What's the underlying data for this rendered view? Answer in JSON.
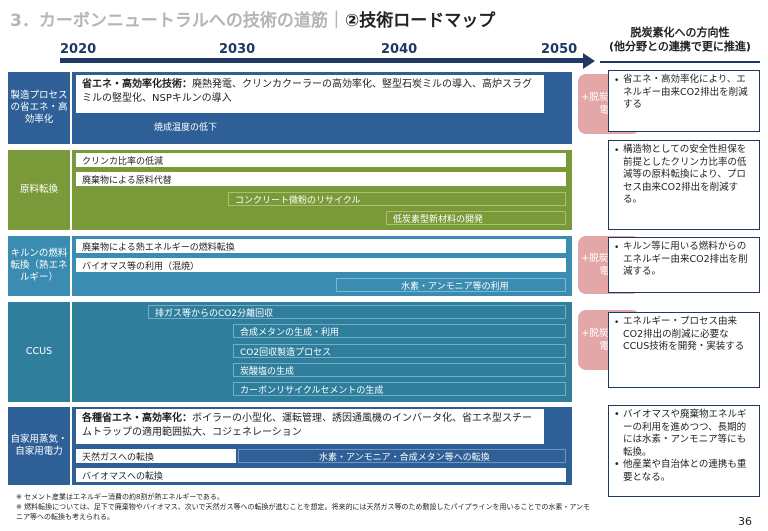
{
  "title": {
    "prefix": "3．カーボンニュートラルへの技術の道筋｜",
    "main": "②技術ロードマップ"
  },
  "years": [
    "2020",
    "2030",
    "2040",
    "2050"
  ],
  "right_header": {
    "line1": "脱炭素化への方向性",
    "line2": "(他分野との連携で更に推進)"
  },
  "categories": [
    "製造プロセスの省エネ・高効率化",
    "原料転換",
    "キルンの燃料転換（熱エネルギー）",
    "CCUS",
    "自家用蒸気・自家用電力"
  ],
  "sec1": {
    "box_bold": "省エネ・高効率化技術：",
    "box_text": "廃熱発電、クリンカクーラーの高効率化、竪型石炭ミルの導入、高炉スラグミルの竪型化、NSPキルンの導入",
    "bar": "焼成温度の低下",
    "pink": "+脱炭素系統電力",
    "note": "省エネ・高効率化により、エネルギー由来CO2排出を削減する"
  },
  "sec2": {
    "bars": [
      "クリンカ比率の低減",
      "廃棄物による原料代替",
      "コンクリート微粉のリサイクル",
      "低炭素型新材料の開発"
    ],
    "note": "構造物としての安全性担保を前提としたクリンカ比率の低減等の原料転換により、プロセス由来CO2排出を削減する。"
  },
  "sec3": {
    "bars": [
      "廃棄物による熱エネルギーの燃料転換",
      "バイオマス等の利用（混焼）",
      "水素・アンモニア等の利用"
    ],
    "pink": "+脱炭素系統電力",
    "note": "キルン等に用いる燃料からのエネルギー由来CO2排出を削減する。"
  },
  "sec4": {
    "bars": [
      "排ガス等からのCO2分離回収",
      "合成メタンの生成・利用",
      "CO2回収製造プロセス",
      "炭酸塩の生成",
      "カーボンリサイクルセメントの生成"
    ],
    "pink": "+脱炭素系統電力",
    "note": "エネルギー・プロセス由来CO2排出の削減に必要なCCUS技術を開発・実装する"
  },
  "sec5": {
    "box_bold": "各種省エネ・高効率化：",
    "box_text": "ボイラーの小型化、運転管理、誘因通風機のインバータ化、省エネ型スチームトラップの適用範囲拡大、コジェネレーション",
    "bars": [
      "天然ガスへの転換",
      "水素・アンモニア・合成メタン等への転換",
      "バイオマスへの転換"
    ],
    "notes": [
      "バイオマスや廃棄物エネルギーの利用を進めつつ、長期的には水素・アンモニア等にも転換。",
      "他産業や自治体との連携も重要となる。"
    ]
  },
  "footnotes": [
    "※ セメント産業はエネルギー消費の約8割が熱エネルギーである。",
    "※ 燃料転換については、足下で廃棄物やバイオマス、次いで天然ガス等への転換が進むことを想定。将来的には天然ガス等のため敷設したパイプラインを用いることでの水素・アンモニア等への転換も考えられる。"
  ],
  "page_number": "36",
  "colors": {
    "navy": "#1f3864",
    "blue": "#2e5f96",
    "green": "#7a9a3a",
    "lightblue": "#3a8cb0",
    "teal": "#2f7f9c",
    "pink": "#e4a7a7"
  }
}
